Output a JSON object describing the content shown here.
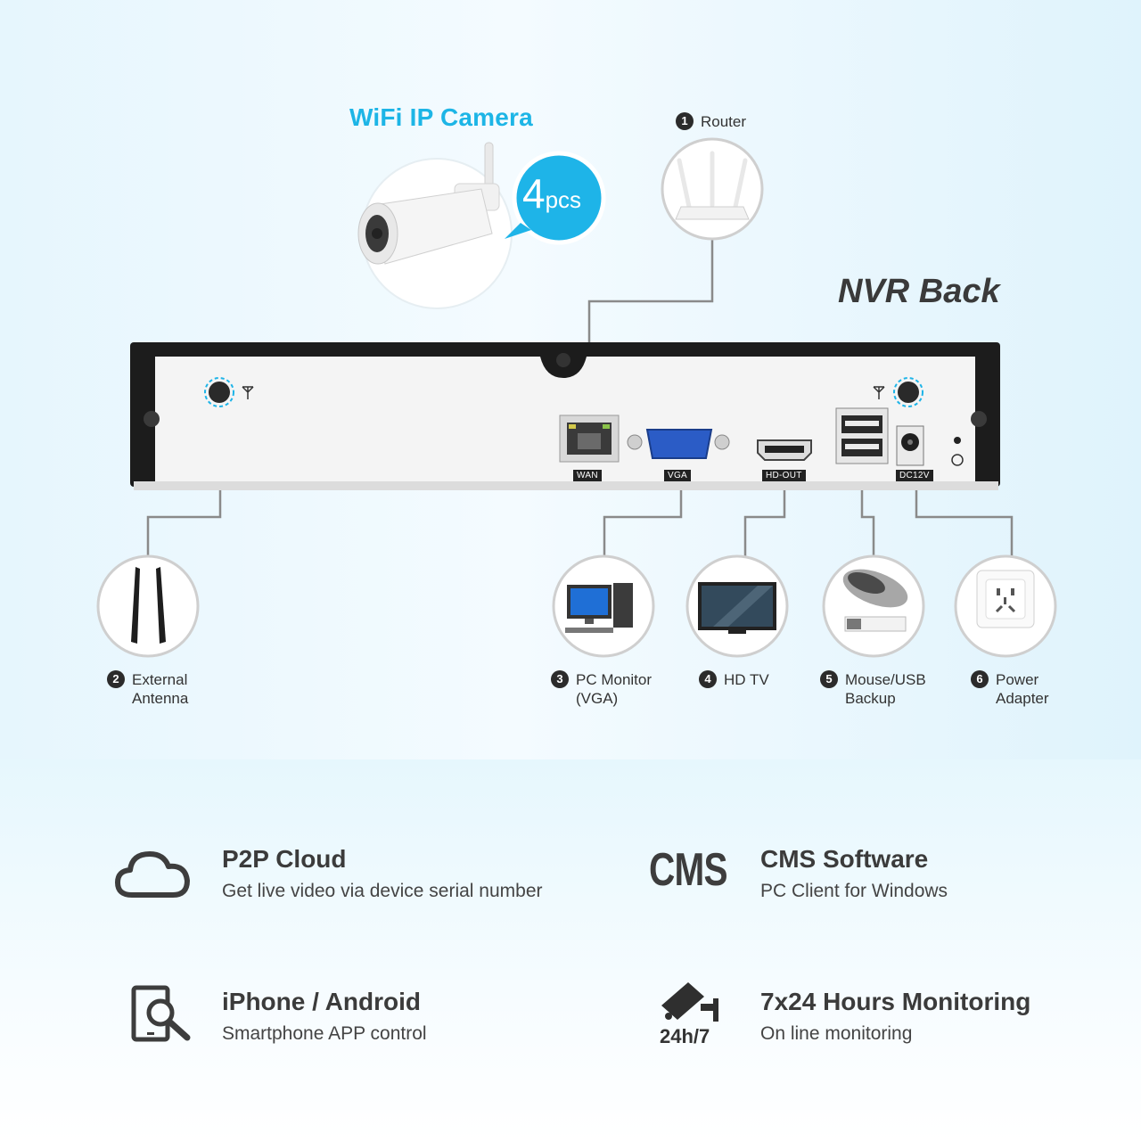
{
  "header": {
    "camera_title": "WiFi IP Camera",
    "camera_qty_num": "4",
    "camera_qty_unit": "pcs",
    "nvr_title": "NVR Back"
  },
  "connections": [
    {
      "num": "1",
      "line1": "Router",
      "line2": ""
    },
    {
      "num": "2",
      "line1": "External",
      "line2": "Antenna"
    },
    {
      "num": "3",
      "line1": "PC Monitor",
      "line2": "(VGA)"
    },
    {
      "num": "4",
      "line1": "HD TV",
      "line2": ""
    },
    {
      "num": "5",
      "line1": "Mouse/USB",
      "line2": "Backup"
    },
    {
      "num": "6",
      "line1": "Power",
      "line2": "Adapter"
    }
  ],
  "ports": {
    "wan": "WAN",
    "vga": "VGA",
    "hdout": "HD-OUT",
    "dc": "DC12V"
  },
  "features": [
    {
      "icon": "cloud-icon",
      "title": "P2P Cloud",
      "desc": "Get live video via device serial number"
    },
    {
      "icon": "cms-logo",
      "title": "CMS Software",
      "desc": "PC Client for Windows"
    },
    {
      "icon": "phone-search-icon",
      "title": "iPhone / Android",
      "desc": "Smartphone APP control"
    },
    {
      "icon": "cctv-camera-icon",
      "title": "7x24 Hours Monitoring",
      "desc": "On line monitoring"
    }
  ],
  "cms_logo_text": "CMS",
  "monitoring_badge": "24h/7"
}
